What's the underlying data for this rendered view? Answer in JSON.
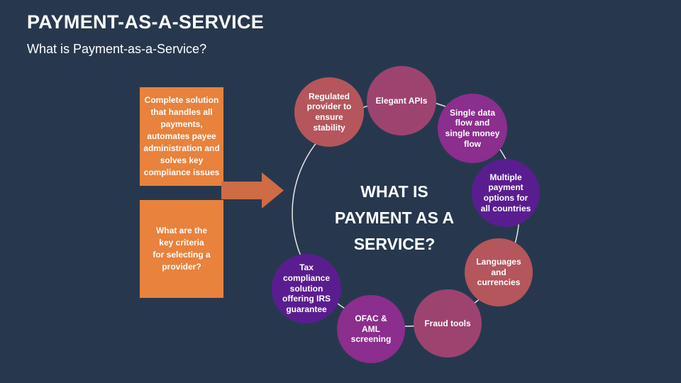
{
  "slide": {
    "title": "PAYMENT-AS-A-SERVICE",
    "subtitle": "What is Payment-as-a-Service?"
  },
  "info_boxes": [
    {
      "text": "Complete solution\nthat handles all\npayments,\nautomates payee\nadministration and\nsolves key\ncompliance issues"
    },
    {
      "text": "What are the\nkey criteria\nfor selecting a\nprovider?"
    }
  ],
  "diagram": {
    "center_title": "WHAT IS\nPAYMENT AS A\nSERVICE?",
    "circles": [
      {
        "label": "Regulated\nprovider to\nensure\nstability",
        "color": "#b4565c"
      },
      {
        "label": "Elegant APIs",
        "color": "#9d4370"
      },
      {
        "label": "Single data\nflow and\nsingle money\nflow",
        "color": "#8b2e8d"
      },
      {
        "label": "Multiple\npayment\noptions for\nall countries",
        "color": "#5a1d8f"
      },
      {
        "label": "Languages\nand\ncurrencies",
        "color": "#b4565c"
      },
      {
        "label": "Fraud tools",
        "color": "#9d4370"
      },
      {
        "label": "OFAC &\nAML\nscreening",
        "color": "#8b2e8d"
      },
      {
        "label": "Tax\ncompliance\nsolution\noffering IRS\nguarantee",
        "color": "#5a1d8f"
      }
    ]
  },
  "colors": {
    "background": "#27384e",
    "box_orange": "#e8823c",
    "arrow_orange": "#ce6c46",
    "ring": "#e9e9e9",
    "text": "#ffffff"
  }
}
